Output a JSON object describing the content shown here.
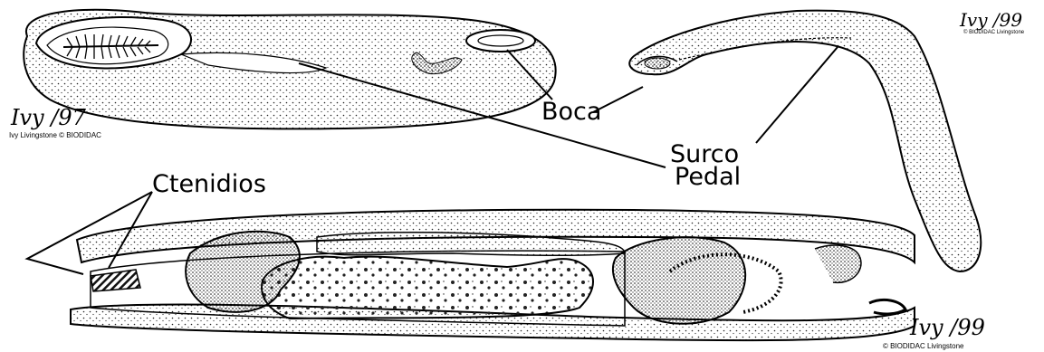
{
  "labels": {
    "boca": "Boca",
    "surco_pedal": [
      "Surco",
      "Pedal"
    ],
    "ctenidios": "Ctenidios"
  },
  "signatures": {
    "top_left": "Ivy /97",
    "top_right": "Ivy /99",
    "bottom_right": "Ivy /99"
  },
  "credits": {
    "top_left": "Ivy Livingstone © BIODIDAC",
    "top_right": "© BIODIDAC Livingstone",
    "bottom_right": "© BIODIDAC Livingstone"
  },
  "colors": {
    "line": "#000000",
    "stipple": "#222222",
    "background": "#ffffff"
  }
}
